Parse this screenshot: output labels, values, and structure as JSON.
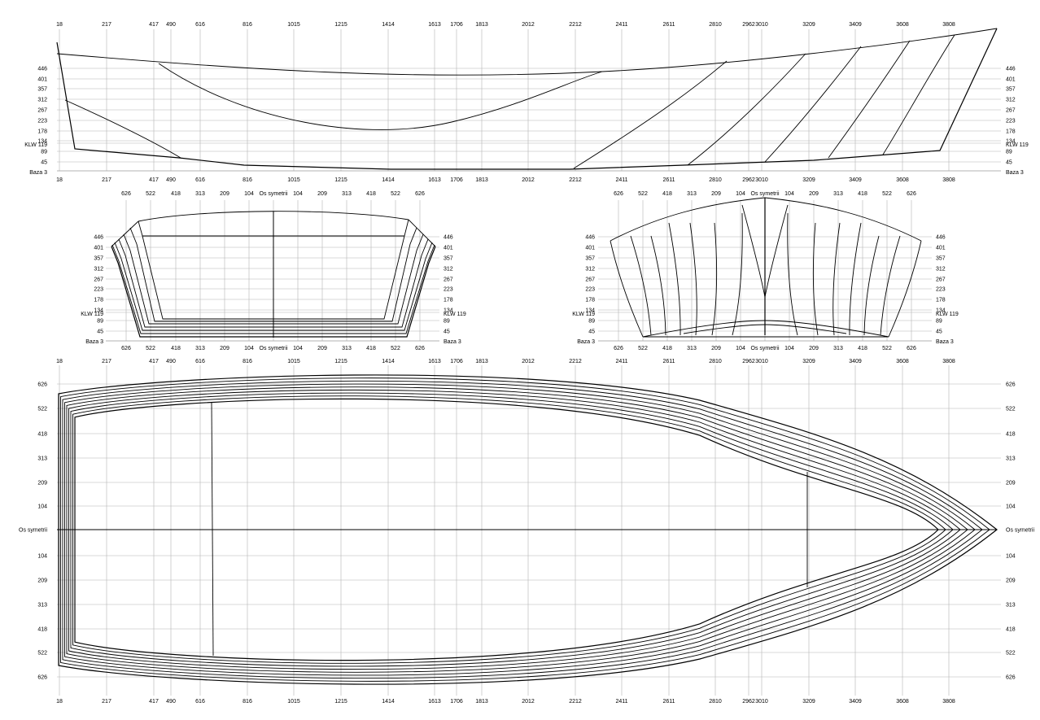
{
  "sheet": {
    "kind": "ship lines plan",
    "stations": [
      "18",
      "217",
      "417",
      "490",
      "616",
      "816",
      "1015",
      "1215",
      "1414",
      "1613",
      "1706",
      "1813",
      "2012",
      "2212",
      "2411",
      "2611",
      "2810",
      "2962",
      "3010",
      "3209",
      "3409",
      "3608",
      "3808"
    ],
    "waterlines": [
      "446",
      "401",
      "357",
      "312",
      "267",
      "223",
      "178",
      "134",
      "89",
      "45"
    ],
    "klw_label": "KLW 119",
    "base_label": "Baza 3",
    "buttocks": [
      "626",
      "522",
      "418",
      "313",
      "209",
      "104"
    ],
    "centerline_label": "Os symetrii",
    "half_breadths": [
      "626",
      "522",
      "418",
      "313",
      "209",
      "104"
    ]
  },
  "colors": {
    "lines": "#000000",
    "grid": "#b4b4b4",
    "background": "#ffffff"
  }
}
